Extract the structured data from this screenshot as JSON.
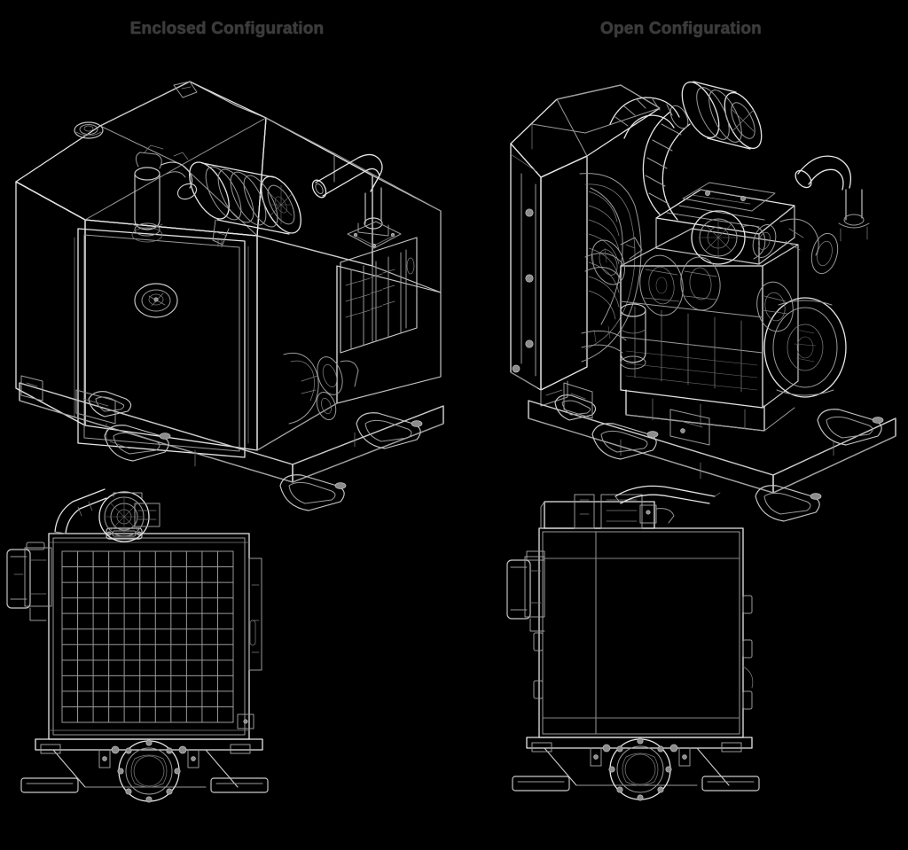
{
  "figure": {
    "background_color": "#000000",
    "line_color": "#c9c9c9",
    "title_color": "#3b3b3b",
    "style": "technical-line-drawing",
    "subject": "industrial diesel engine power unit"
  },
  "panels": [
    {
      "id": "enclosed",
      "title": "Enclosed Configuration",
      "views": [
        {
          "id": "enclosed-iso",
          "name": "isometric-view",
          "components": [
            "sheet-metal-enclosure",
            "hinged-access-panel",
            "panel-latch-handle",
            "air-cleaner-canister",
            "exhaust-outlet-pipe",
            "louvered-vent-panel",
            "fuel-filter-canister",
            "lifting-eye",
            "skid-base-rails",
            "vibration-isolator-feet"
          ]
        },
        {
          "id": "enclosed-front",
          "name": "front-elevation-view",
          "components": [
            "radiator-protective-grille",
            "grille-frame",
            "top-latch-hasp",
            "side-mounted-tank",
            "exhaust-stack",
            "air-cleaner-end-view",
            "pump-coupling-flange",
            "skid-base-feet"
          ],
          "grille": {
            "columns": 11,
            "rows": 11
          }
        }
      ]
    },
    {
      "id": "open",
      "title": "Open Configuration",
      "views": [
        {
          "id": "open-iso",
          "name": "isometric-view",
          "components": [
            "radiator-core-and-tank",
            "fan-shroud",
            "cooling-fan",
            "engine-block",
            "cylinder-head",
            "valve-cover",
            "turbocharger",
            "air-cleaner-canister",
            "intake-hose",
            "exhaust-manifold",
            "exhaust-elbow",
            "flywheel-housing",
            "accessory-drive-pulley",
            "oil-filter",
            "starter-motor",
            "skid-base-rails",
            "vibration-isolator-feet"
          ]
        },
        {
          "id": "open-front",
          "name": "front-elevation-view",
          "components": [
            "radiator-core-face",
            "radiator-frame",
            "top-mounted-air-cleaner",
            "exhaust-stack",
            "side-mounted-tank",
            "pump-coupling-flange",
            "skid-base-feet"
          ]
        }
      ]
    }
  ]
}
